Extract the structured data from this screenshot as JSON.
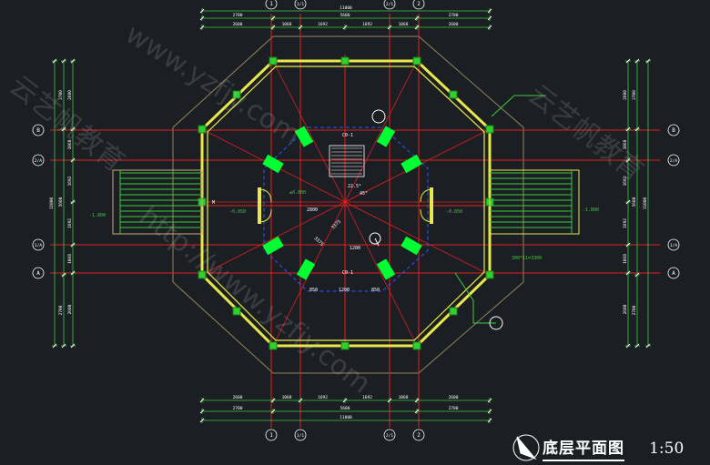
{
  "drawing": {
    "title": "底层平面图",
    "scale": "1:50",
    "colors": {
      "background": "#1b1e23",
      "wall": "#e8e84a",
      "axis": "#e02020",
      "dimension": "#3ccc3c",
      "column": "#00ff33",
      "text": "#ffffff"
    }
  },
  "grid": {
    "vertical_axes": [
      "1",
      "1/1",
      "2/1",
      "2"
    ],
    "horizontal_axes": [
      "B",
      "2/A",
      "1/A",
      "A"
    ]
  },
  "dimensions": {
    "top_overall": "11000",
    "top_row1": [
      "2700",
      "5600",
      "2700"
    ],
    "top_row2": [
      "2600",
      "1068",
      "1692",
      "1692",
      "1068",
      "2600"
    ],
    "bottom_overall": "11000",
    "bottom_row1": [
      "2700",
      "5600",
      "2700"
    ],
    "bottom_row2": [
      "2600",
      "1068",
      "1692",
      "1692",
      "1068",
      "2600"
    ],
    "left_overall": "11000",
    "left_row1": [
      "2700",
      "5600",
      "2700"
    ],
    "left_row2": [
      "2600",
      "1068",
      "1692",
      "1692",
      "1068",
      "2600"
    ],
    "right_overall": "11000",
    "right_row1": [
      "2700",
      "5600",
      "2700"
    ],
    "right_row2": [
      "2600",
      "1068",
      "1692",
      "1692",
      "1068",
      "2600"
    ]
  },
  "labels": {
    "elev_center": "±0.000",
    "elev_left": "-0.050",
    "elev_right": "-0.050",
    "elev_left_stair": "-1.800",
    "elev_right_stair": "-1.800",
    "stair_note": "300*11=3300",
    "room_top": "C0-1",
    "room_bottom": "C0-1",
    "door_mark": "M",
    "dim_center_1": "2800",
    "dim_center_2": "1200",
    "dim_diag_1": "3375",
    "dim_diag_2": "3375",
    "dim_bot": [
      "850",
      "1200",
      "850"
    ],
    "angle_1": "22.5°",
    "angle_2": "45°"
  },
  "watermarks": [
    "www.yzfjy.com",
    "http://www.yzfjy.com",
    "云艺帆教育",
    "云艺帆教育"
  ]
}
